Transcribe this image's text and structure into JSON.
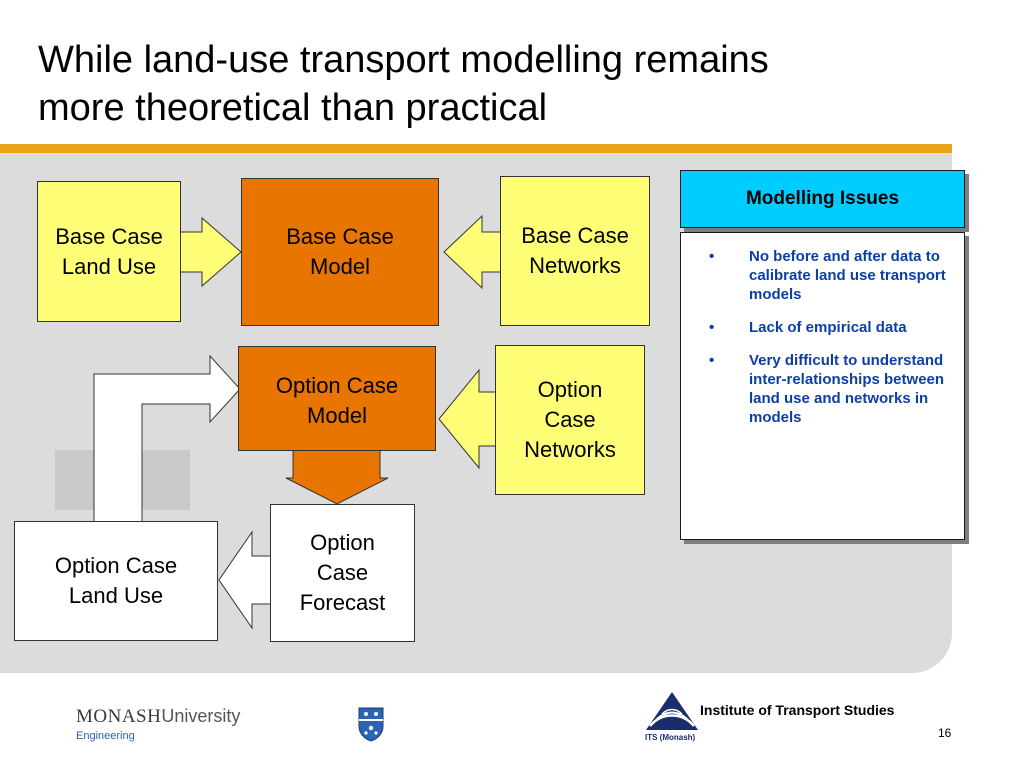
{
  "slide": {
    "title_line1": "While land-use transport modelling remains",
    "title_line2": "more theoretical than practical",
    "page_number": "16"
  },
  "flow": {
    "base_land_use": "Base Case\nLand Use",
    "base_model": "Base Case\nModel",
    "base_networks": "Base Case\nNetworks",
    "option_model": "Option Case\nModel",
    "option_networks": "Option\nCase\nNetworks",
    "option_land_use": "Option Case\nLand Use",
    "option_forecast": "Option\nCase\nForecast"
  },
  "issues": {
    "header": "Modelling Issues",
    "items": [
      {
        "bullet": "•",
        "text": "No before and after data to calibrate land use transport models"
      },
      {
        "bullet": "•",
        "text": "Lack of empirical data"
      },
      {
        "bullet": "•",
        "text": "Very difficult to understand inter-relationships between land use and networks in models"
      }
    ]
  },
  "footer": {
    "monash_name": "MONASH",
    "monash_university": "University",
    "monash_faculty": "Engineering",
    "its_caption": "ITS (Monash)",
    "its_name": "Institute of Transport Studies"
  },
  "colors": {
    "accent_rule": "#E8A317",
    "panel": "#DCDCDC",
    "yellow_box": "#FFFF77",
    "orange_box": "#E87500",
    "issues_header": "#00CCFF",
    "issues_text": "#0B3FA6"
  }
}
